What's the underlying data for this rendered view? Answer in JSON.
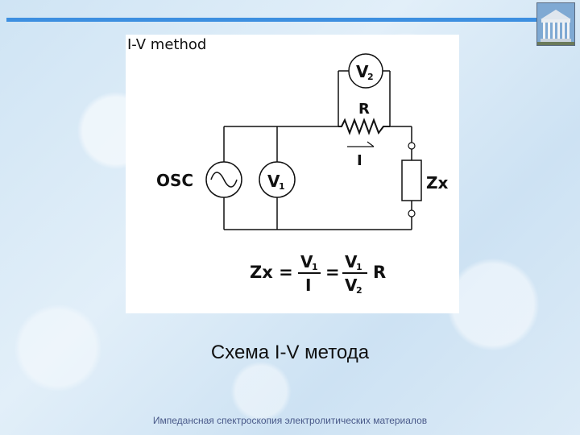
{
  "slide": {
    "caption": "Схема I-V метода",
    "footer": "Импедансная спектроскопия электролитических материалов"
  },
  "colors": {
    "accent_bar": "#3d8fe0",
    "background": "#d6e8f5",
    "figure_background": "#ffffff"
  },
  "diagram": {
    "title": "I-V method",
    "osc_label": "OSC",
    "v1_main": "V",
    "v1_sub": "1",
    "v2_main": "V",
    "v2_sub": "2",
    "resistor_label": "R",
    "current_label": "I",
    "load_label": "Zx",
    "formula": {
      "lhs": "Zx =",
      "frac1_num_main": "V",
      "frac1_num_sub": "1",
      "frac1_den": "I",
      "equals": "=",
      "frac2_num_main": "V",
      "frac2_num_sub": "1",
      "frac2_den_main": "V",
      "frac2_den_sub": "2",
      "factor": "R"
    }
  },
  "logo": {
    "icon": "building-icon"
  }
}
